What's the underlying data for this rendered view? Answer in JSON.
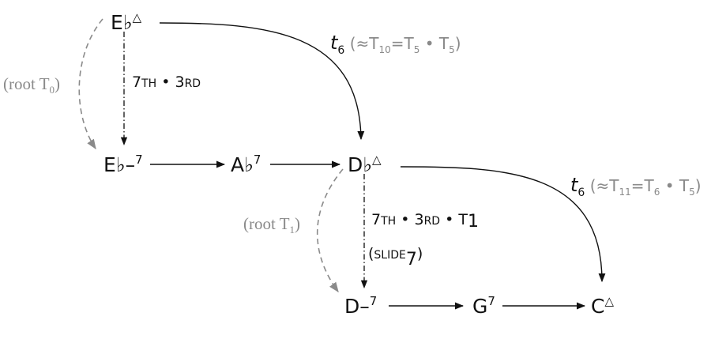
{
  "colors": {
    "main": "#111111",
    "annotation": "#8a8a8a"
  },
  "chords": {
    "eb_maj": {
      "root": "E♭",
      "quality": "△"
    },
    "eb_min7": {
      "root": "E♭–",
      "quality": "7"
    },
    "ab7": {
      "root": "A♭",
      "quality": "7"
    },
    "db_maj": {
      "root": "D♭",
      "quality": "△"
    },
    "d_min7": {
      "root": "D–",
      "quality": "7"
    },
    "g7": {
      "root": "G",
      "quality": "7"
    },
    "c_maj": {
      "root": "C",
      "quality": "△"
    }
  },
  "labels": {
    "top_seventh_third": {
      "a": "7",
      "b": "TH",
      "c": " • 3",
      "d": "RD"
    },
    "mid_seventh_third": {
      "a": "7",
      "b": "TH",
      "c": " • 3",
      "d": "RD",
      "e": " • T",
      "f": "1"
    },
    "slide": {
      "open": "(",
      "word": "SLIDE",
      "sub": "7",
      "close": ")"
    },
    "root_t0": {
      "text": "(root T",
      "sub": "0",
      "close": ")"
    },
    "root_t1": {
      "text": "(root T",
      "sub": "1",
      "close": ")"
    },
    "t6_top": {
      "t": "t",
      "sub": "6",
      "paren_open": " (≈T",
      "s1": "10",
      "eq": "=T",
      "s2": "5",
      "dot": " • T",
      "s3": "5",
      "close": ")"
    },
    "t6_bottom": {
      "t": "t",
      "sub": "6",
      "paren_open": " (≈T",
      "s1": "11",
      "eq": "=T",
      "s2": "6",
      "dot": " • T",
      "s3": "5",
      "close": ")"
    }
  }
}
